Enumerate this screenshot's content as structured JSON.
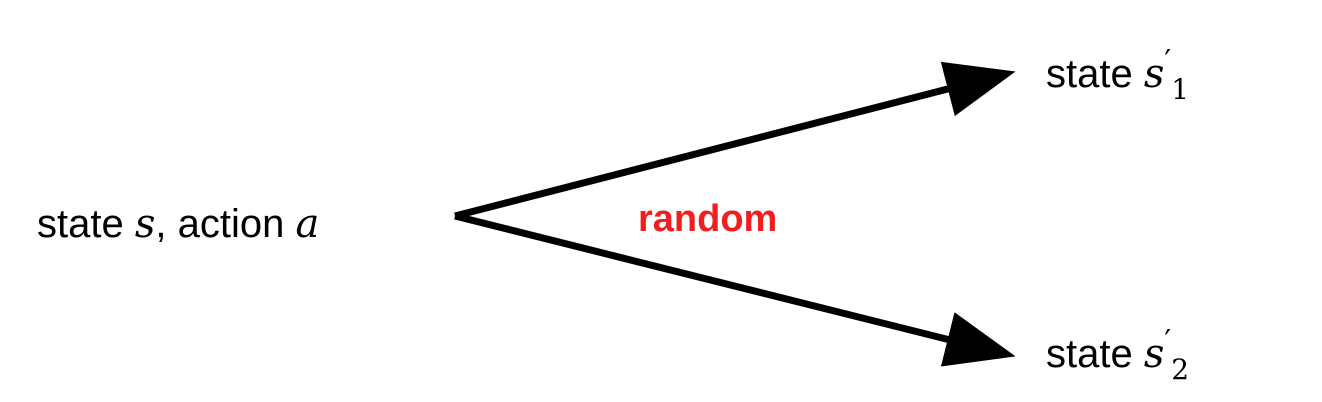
{
  "start_node": {
    "state_word": "state",
    "state_symbol": "s",
    "separator": ",",
    "action_word": "action",
    "action_symbol": "a"
  },
  "outcomes": [
    {
      "state_word": "state",
      "symbol": "s",
      "prime": "′",
      "subscript": "1"
    },
    {
      "state_word": "state",
      "symbol": "s",
      "prime": "′",
      "subscript": "2"
    }
  ],
  "transition_label": "random",
  "colors": {
    "arrow": "#000000",
    "transition_label": "#f01e1e",
    "text": "#000000"
  }
}
